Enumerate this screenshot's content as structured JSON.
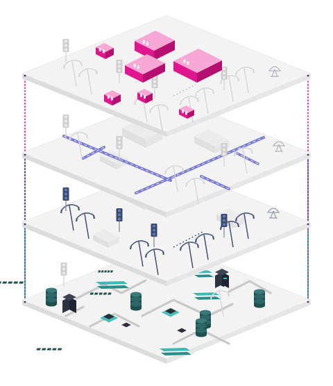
{
  "diagram": {
    "kind": "isometric-layer-stack",
    "layer_count": 4,
    "layers": [
      {
        "id": "buildings",
        "icons": [
          "traffic-light-icon",
          "building-icon",
          "lamp-post-icon",
          "satellite-dish-icon"
        ]
      },
      {
        "id": "roads",
        "icons": [
          "traffic-light-icon",
          "road-icon",
          "satellite-dish-icon"
        ]
      },
      {
        "id": "infrastructure",
        "icons": [
          "traffic-light-icon",
          "lamp-post-icon",
          "satellite-dish-icon"
        ]
      },
      {
        "id": "compute",
        "icons": [
          "traffic-light-icon",
          "server-icon",
          "database-icon",
          "chip-icon",
          "memory-module-icon",
          "circuit-trace-icon"
        ]
      }
    ]
  },
  "colors": {
    "plate_top": "#f3f3f3",
    "plate_side_left": "#dcdcdc",
    "plate_side_right": "#e6e6e6",
    "building_top": "#f7a8d4",
    "building_side": "#e0168f",
    "building_side_dark": "#b5106f",
    "road": "#7b7bd6",
    "lamp": "#4a5878",
    "signal_box": "#3c4a6a",
    "signal_light": "#5b7cc8",
    "chip": "#2b3038",
    "memory": "#3bb9b5",
    "database": "#1f5050",
    "ghost": "#d8d8d8",
    "connector_magenta": "#e0168f",
    "connector_navy": "#2c3a7a",
    "connector_teal": "#1aa4a4"
  }
}
